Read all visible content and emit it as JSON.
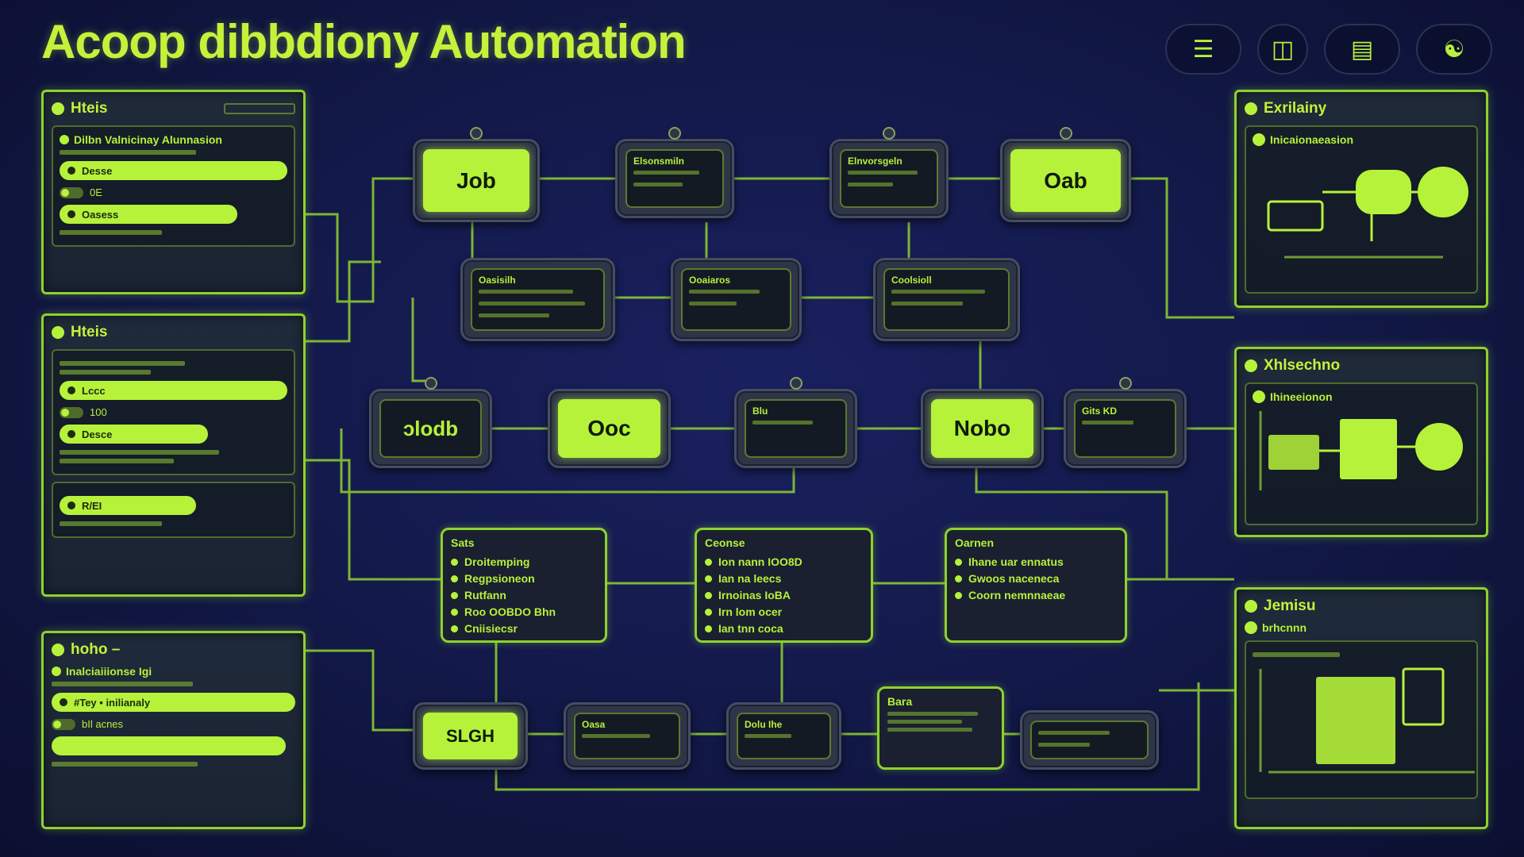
{
  "header": {
    "title": "Acoop dibbdiony Automation",
    "icons": [
      "toolbar-icon",
      "toggle-icon",
      "window-icon",
      "user-icon"
    ]
  },
  "left_panels": [
    {
      "title": "Hteis",
      "card_title": "Dilbn Valnicinay Alunnasion",
      "pill_1": "Desse",
      "toggle_1": "0E",
      "pill_2": "Oasess"
    },
    {
      "title": "Hteis",
      "pill_1": "Lccc",
      "toggle_1": "100",
      "pill_2": "Desce",
      "pill_3": "R/EI"
    },
    {
      "title": "hoho –",
      "card_title": "Inalciaiiionse Igi",
      "pill_1": "#Tey • inilianaly",
      "toggle_1": "bIl acnes"
    }
  ],
  "right_panels": [
    {
      "title": "Exrilainy",
      "card_title": "Inicaionaeasion"
    },
    {
      "title": "Xhlsechno",
      "card_title": "Ihineeionon"
    },
    {
      "title": "Jemisu",
      "card_title": "brhcnnn"
    }
  ],
  "nodes_row1": [
    {
      "label": "Job"
    },
    {
      "label": "Elsonsmiln"
    },
    {
      "label": "Elnvorsgeln"
    },
    {
      "label": "Oab"
    }
  ],
  "nodes_row2": [
    {
      "label": "Oasisilh"
    },
    {
      "label": "Ooaiaros"
    },
    {
      "label": "Coolsioll"
    }
  ],
  "nodes_row3": [
    {
      "label": "ɔlodb"
    },
    {
      "label": "Ooc"
    },
    {
      "label": "Blu"
    },
    {
      "label": "Nobo"
    },
    {
      "label": "Gits KD"
    }
  ],
  "cards_row4": [
    {
      "title": "Sats",
      "items": [
        "Droitemping",
        "Regpsioneon",
        "Rutfann",
        "Roo OOBDO Bhn",
        "Cniisiecsr"
      ]
    },
    {
      "title": "Ceonse",
      "items": [
        "Ion nann IOO8D",
        "Ian na leecs",
        "Irnoinas IoBA",
        "Irn lom ocer",
        "Ian tnn coca"
      ]
    },
    {
      "title": "Oarnen",
      "items": [
        "Ihane uar ennatus",
        "Gwoos naceneca",
        "Coorn nemnnaeae"
      ]
    }
  ],
  "nodes_row5": [
    {
      "label": "SLGH"
    },
    {
      "label": "Oasa"
    },
    {
      "label": "Dolu Ihe"
    },
    {
      "label": "Bara"
    },
    {
      "label": ""
    }
  ]
}
